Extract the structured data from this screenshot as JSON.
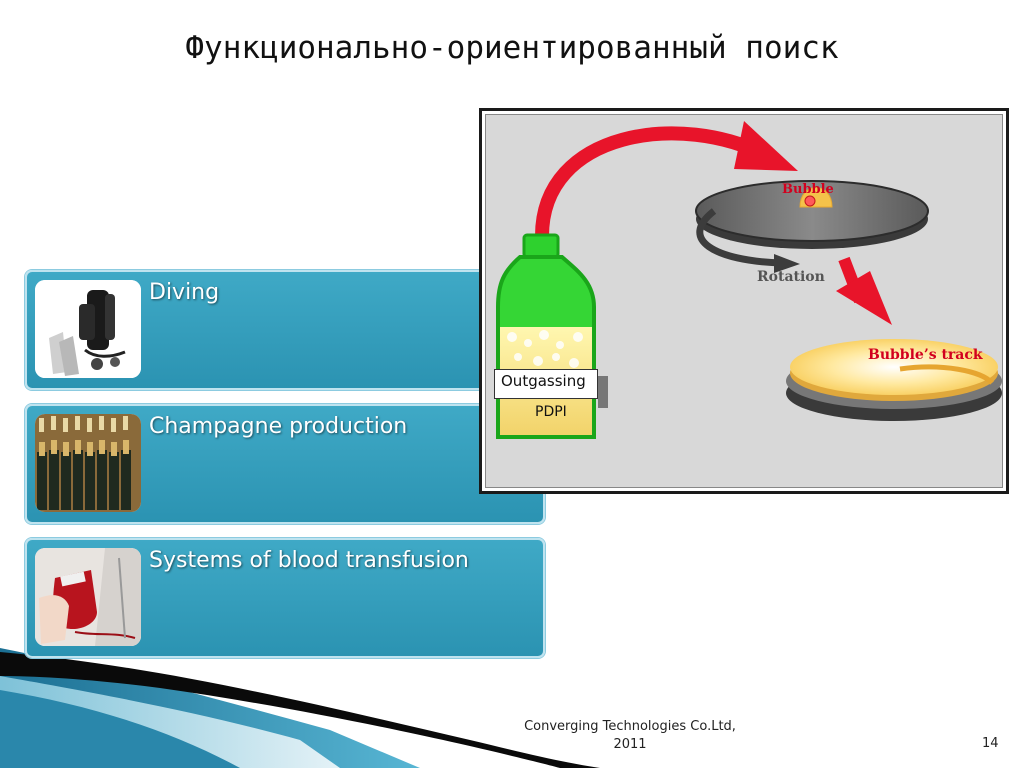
{
  "slide": {
    "title": "Функционально-ориентированный поиск",
    "footer_company": "Converging Technologies Co.Ltd,",
    "footer_year": "2011",
    "page_number": "14"
  },
  "cards": [
    {
      "label": "Diving"
    },
    {
      "label": "Champagne production"
    },
    {
      "label": "Systems of blood transfusion"
    }
  ],
  "diagram": {
    "bubble_label": "Bubble",
    "rotation_label": "Rotation",
    "bubble_track_label": "Bubble’s track",
    "outgassing_label": "Outgassing",
    "pdpi_label": "PDPI"
  },
  "colors": {
    "card_bg": "#2e97b6",
    "arrow_red": "#e8142a",
    "bottle_green": "#2ed12e",
    "accent_text_red": "#d2001e"
  }
}
